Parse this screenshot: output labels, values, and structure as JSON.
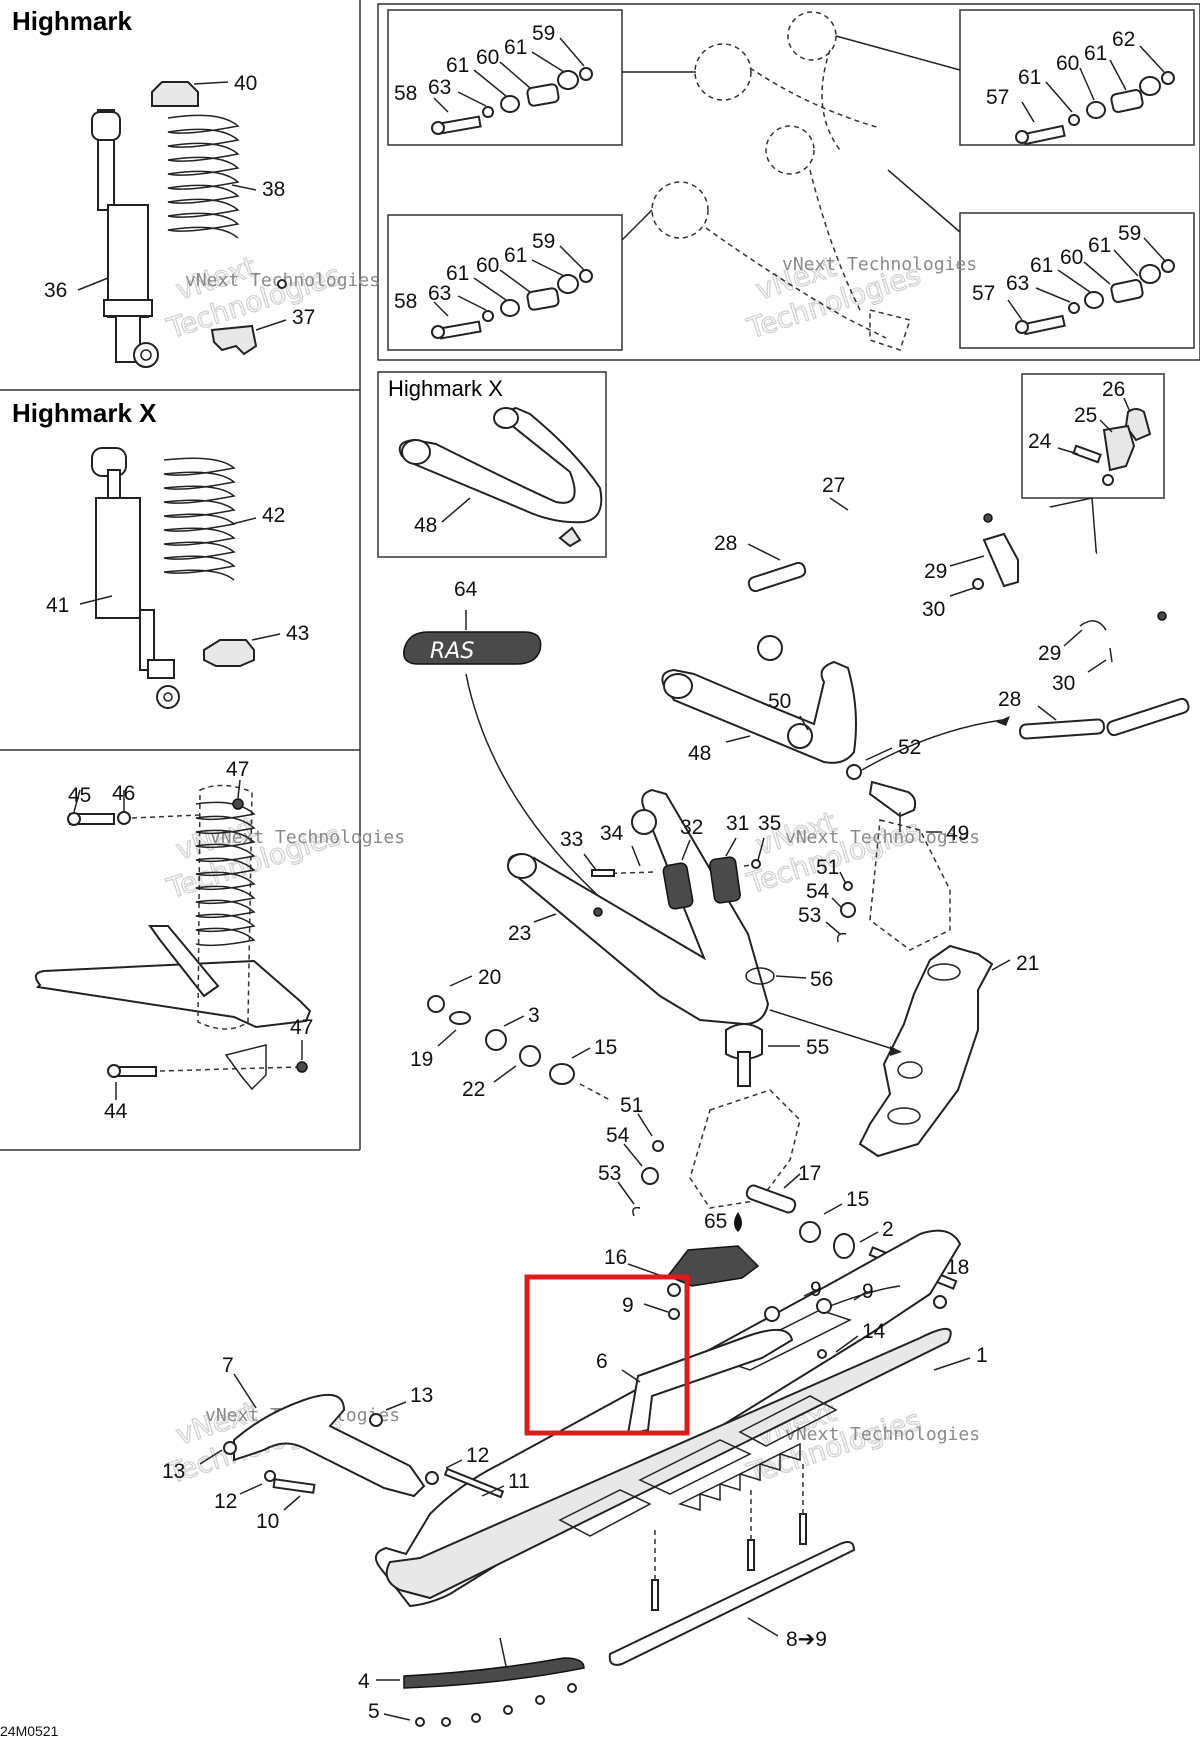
{
  "sections": {
    "highmark": "Highmark",
    "highmark_x": "Highmark X",
    "highmark_x_inset": "Highmark X"
  },
  "watermark": {
    "line1": "vNext",
    "line2": "Technologies",
    "small": "vNext Technologies"
  },
  "diagram_code": "24M0521",
  "callouts": {
    "c40": "40",
    "c38": "38",
    "c36": "36",
    "c37": "37",
    "c42": "42",
    "c41": "41",
    "c43": "43",
    "c45": "45",
    "c46": "46",
    "c47a": "47",
    "c47b": "47",
    "c44": "44",
    "c59a": "59",
    "c61a": "61",
    "c60a": "60",
    "c61b": "61",
    "c63a": "63",
    "c58a": "58",
    "c59b": "59",
    "c61c": "61",
    "c60b": "60",
    "c61d": "61",
    "c63b": "63",
    "c58b": "58",
    "c62": "62",
    "c61e": "61",
    "c60c": "60",
    "c61f": "61",
    "c57a": "57",
    "c59c": "59",
    "c61g": "61",
    "c60d": "60",
    "c61h": "61",
    "c63c": "63",
    "c57b": "57",
    "c48a": "48",
    "c26": "26",
    "c25": "25",
    "c24": "24",
    "c27": "27",
    "c28a": "28",
    "c29a": "29",
    "c30a": "30",
    "c29b": "29",
    "c30b": "30",
    "c28b": "28",
    "c64": "64",
    "c50": "50",
    "c48b": "48",
    "c52": "52",
    "c33": "33",
    "c34": "34",
    "c32": "32",
    "c31": "31",
    "c35": "35",
    "c49": "49",
    "c51a": "51",
    "c54a": "54",
    "c53a": "53",
    "c23": "23",
    "c56": "56",
    "c21": "21",
    "c20": "20",
    "c3": "3",
    "c19": "19",
    "c15a": "15",
    "c22": "22",
    "c55": "55",
    "c51b": "51",
    "c54b": "54",
    "c53b": "53",
    "c17": "17",
    "c15b": "15",
    "c65": "65",
    "c2": "2",
    "c16": "16",
    "c18": "18",
    "c9a": "9",
    "c9b": "9",
    "c9c": "9",
    "c14": "14",
    "c6": "6",
    "c1": "1",
    "c7": "7",
    "c13a": "13",
    "c13b": "13",
    "c12a": "12",
    "c12b": "12",
    "c11": "11",
    "c10": "10",
    "c4": "4",
    "c5": "5",
    "c89": "8➔9"
  },
  "colors": {
    "highlight": "#e01b1b",
    "line": "#222222",
    "watermark": "#d2d2d2"
  }
}
